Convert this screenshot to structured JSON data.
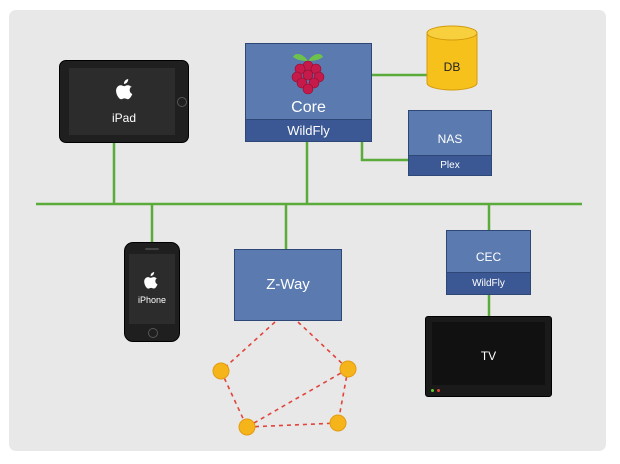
{
  "devices": {
    "ipad": {
      "label": "iPad",
      "icon": "apple-logo-icon"
    },
    "iphone": {
      "label": "iPhone",
      "icon": "apple-logo-icon"
    },
    "tv": {
      "label": "TV"
    }
  },
  "nodes": {
    "core": {
      "label": "Core",
      "sub_label": "WildFly",
      "icon": "raspberry-pi-icon"
    },
    "db": {
      "label": "DB"
    },
    "nas": {
      "label": "NAS",
      "sub_label": "Plex"
    },
    "zway": {
      "label": "Z-Way"
    },
    "cec": {
      "label": "CEC",
      "sub_label": "WildFly"
    }
  },
  "colors": {
    "bus_line": "#5aab3a",
    "node_fill": "#5b7bb0",
    "node_sub_fill": "#3b5894",
    "db_fill": "#f6c11a",
    "mesh_node": "#f4b41a",
    "mesh_link": "#e0443a"
  }
}
